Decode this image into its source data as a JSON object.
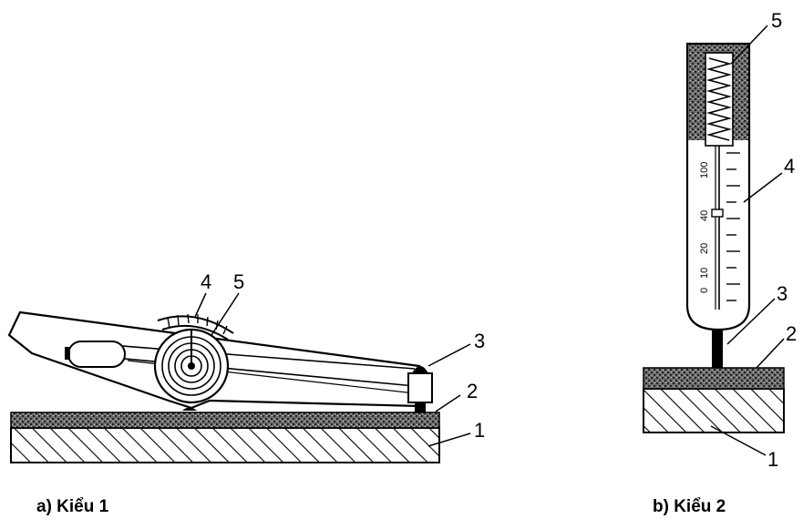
{
  "captions": {
    "type1": "a) Kiểu 1",
    "type2": "b) Kiểu 2"
  },
  "type1_labels": {
    "n1": "1",
    "n2": "2",
    "n3": "3",
    "n4": "4",
    "n5": "5"
  },
  "type2_labels": {
    "n1": "1",
    "n2": "2",
    "n3": "3",
    "n4": "4",
    "n5": "5"
  },
  "type2_scale": [
    "100",
    "40",
    "20",
    "10",
    "0"
  ]
}
